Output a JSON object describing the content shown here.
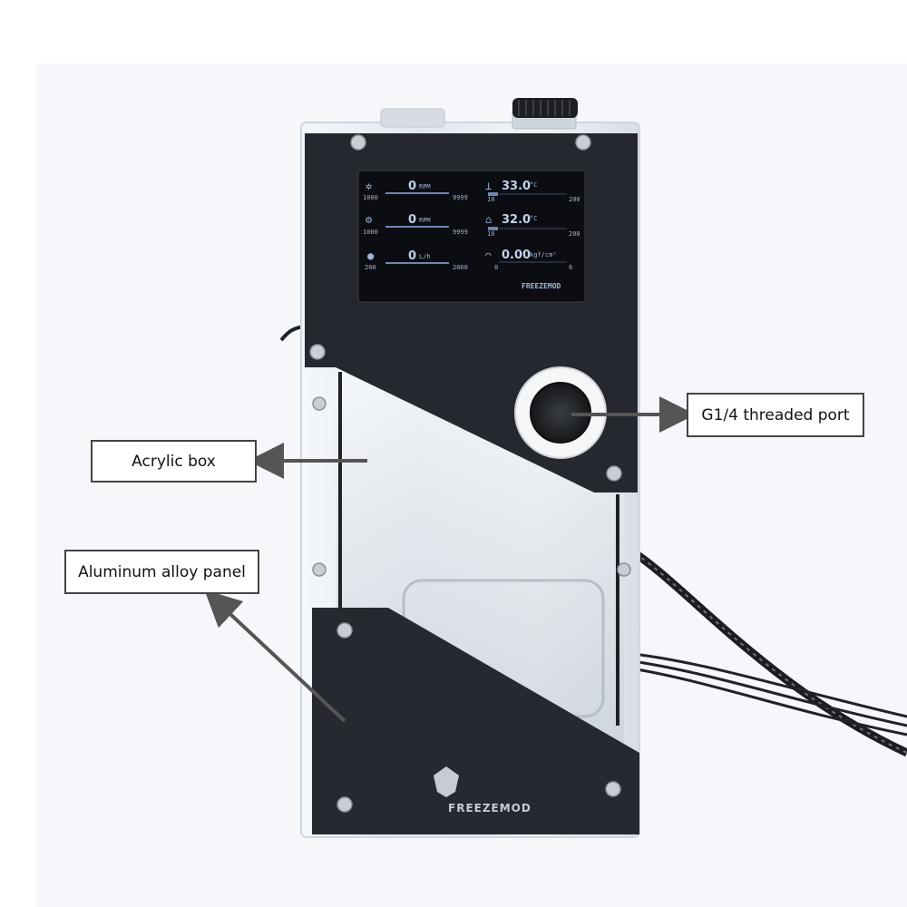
{
  "callouts": {
    "acrylic_box": "Acrylic box",
    "aluminum_panel": "Aluminum alloy panel",
    "g14_port": "G1/4 threaded port"
  },
  "display": {
    "fan_rpm": {
      "value": "0",
      "unit": "RPM",
      "min": "1000",
      "max": "9999"
    },
    "pump_rpm": {
      "value": "0",
      "unit": "RPM",
      "min": "1000",
      "max": "9999"
    },
    "flow": {
      "value": "0",
      "unit": "L/h",
      "min": "200",
      "max": "2000"
    },
    "water_temp": {
      "value": "33.0",
      "unit": "°C",
      "min": "10",
      "max": "200"
    },
    "ambient_temp": {
      "value": "32.0",
      "unit": "°C",
      "min": "10",
      "max": "200"
    },
    "pressure": {
      "value": "0.00",
      "unit": "kgf/cm²",
      "min": "0",
      "max": "6"
    },
    "brand": "FREEZEMOD"
  },
  "panel_logo": "FREEZEMOD",
  "colors": {
    "panel": "#24272d",
    "screen": "#0b0d12",
    "lcd_text": "#9fb4d6",
    "acrylic": "#e9eef4",
    "arrow": "#555555"
  }
}
